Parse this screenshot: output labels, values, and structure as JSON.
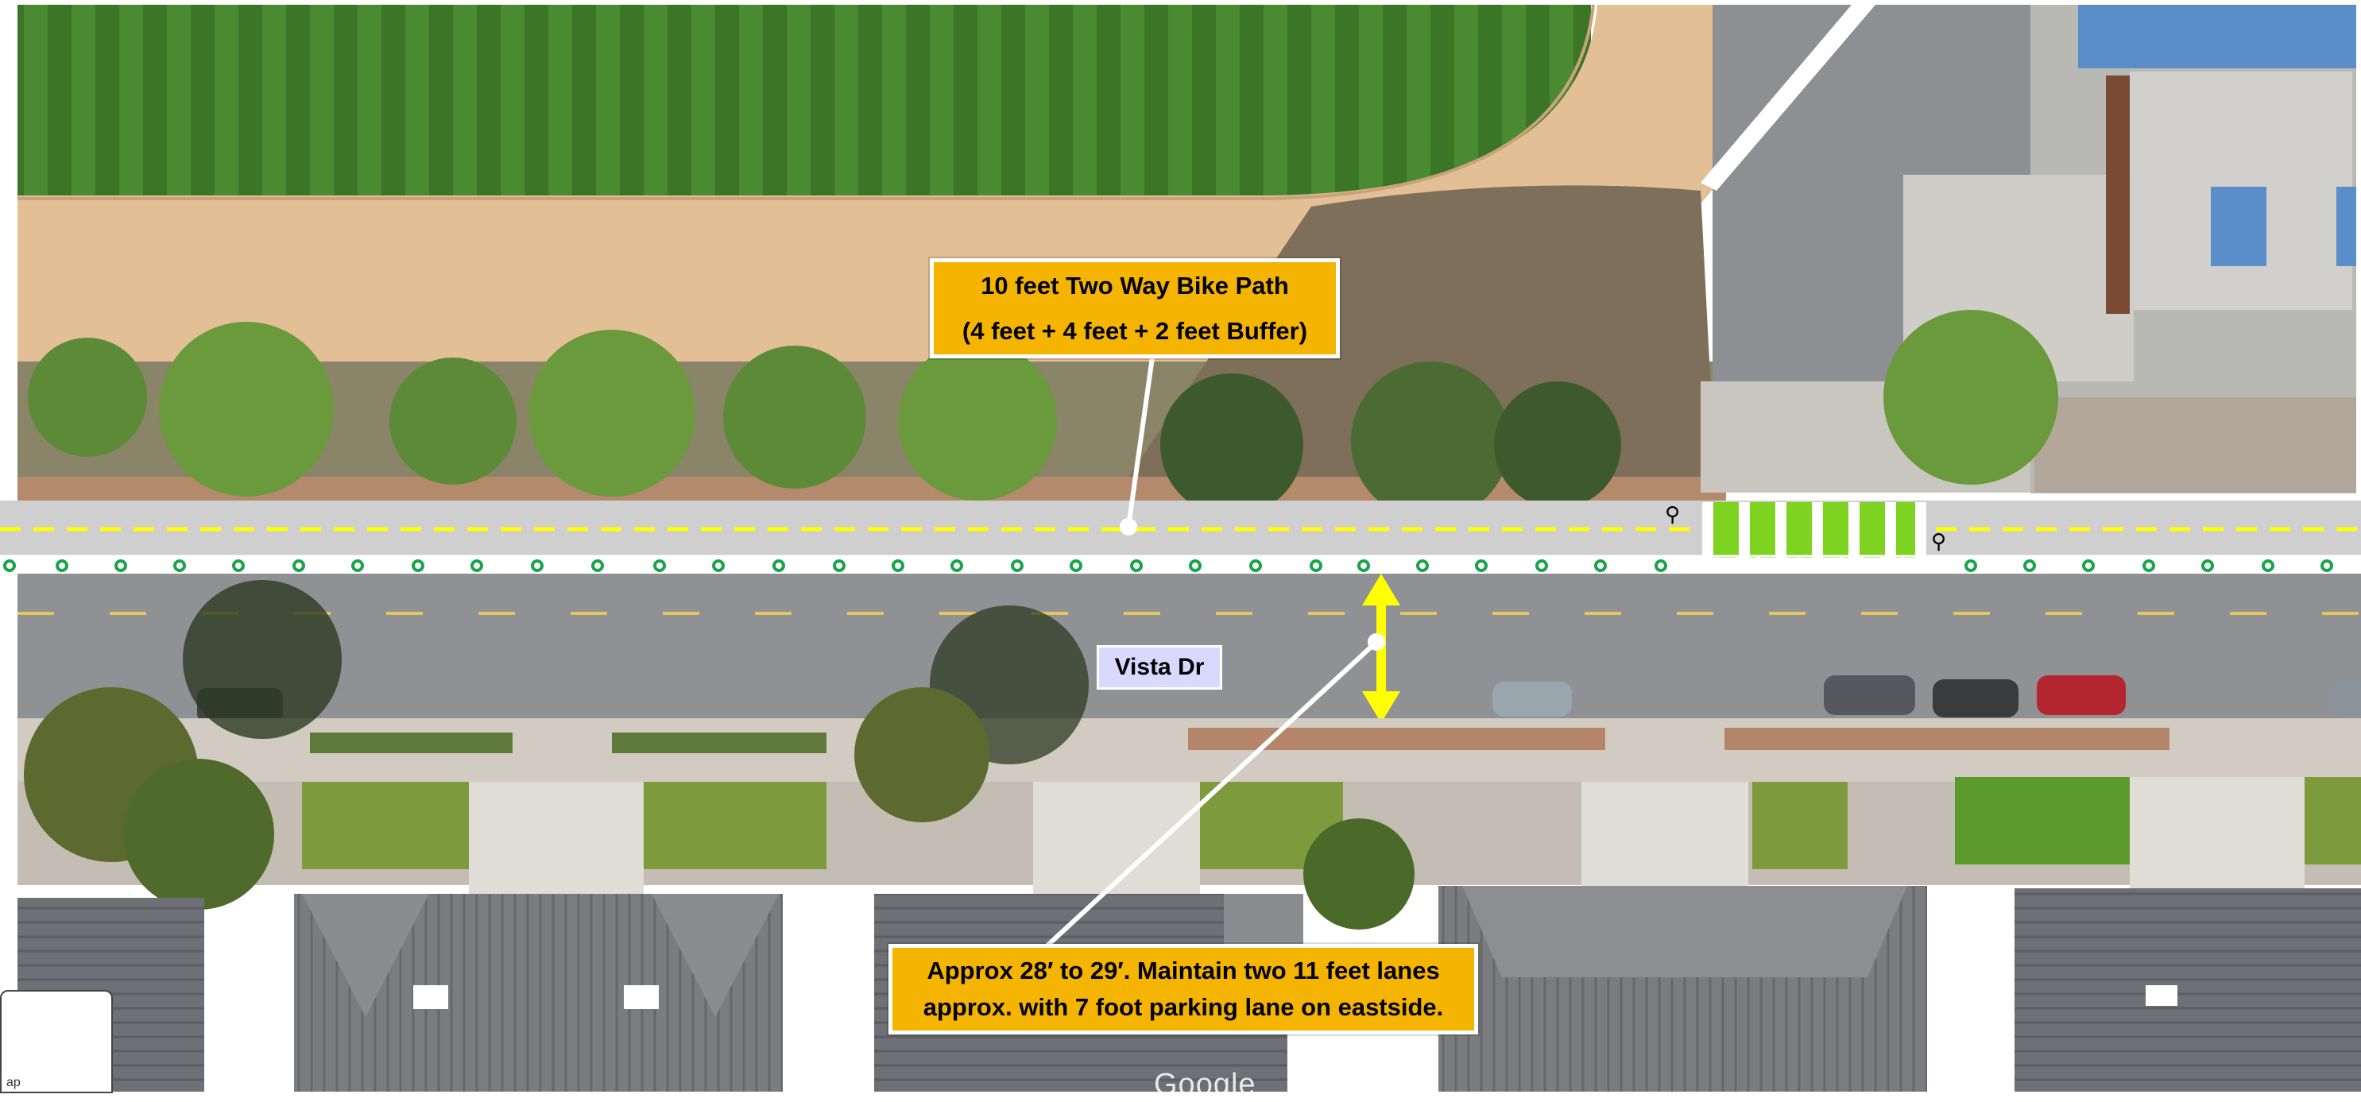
{
  "annotations": {
    "bike_path_title": "10 feet Two Way Bike Path",
    "bike_path_detail": "(4 feet + 4 feet + 2 feet Buffer)",
    "street_width_line1": "Approx 28′ to 29′. Maintain two 11 feet lanes",
    "street_width_line2": "approx. with 7 foot parking lane on eastside."
  },
  "street_name": "Vista Dr",
  "attribution": "Google",
  "map_type_toggle": "ap",
  "colors": {
    "callout_fill": "#f4b400",
    "street_label_fill": "#d9d9ff",
    "centerline": "#ffff00",
    "crossing_green": "#7ed321",
    "buffer_dot": "#1aa34a",
    "width_arrow": "#ffff00"
  }
}
